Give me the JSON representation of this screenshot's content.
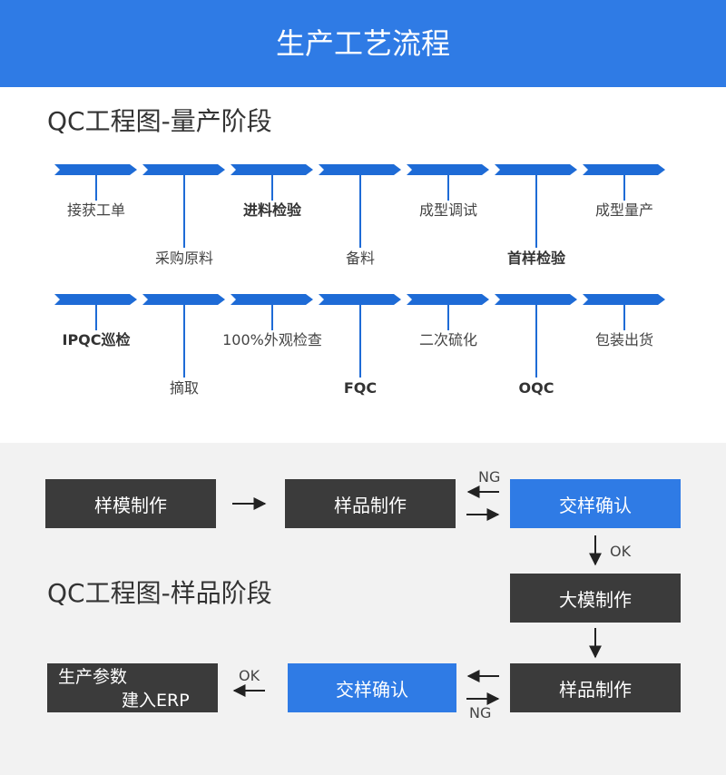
{
  "header": {
    "title": "生产工艺流程"
  },
  "mass_section": {
    "title": "QC工程图-量产阶段",
    "row1_labels": [
      "接获工单",
      "采购原料",
      "进料检验",
      "备料",
      "成型调试",
      "首样检验",
      "成型量产"
    ],
    "row2_labels": [
      "IPQC巡检",
      "摘取",
      "100%外观检查",
      "FQC",
      "二次硫化",
      "OQC",
      "包装出货"
    ]
  },
  "sample_section": {
    "title": "QC工程图-样品阶段",
    "boxes": {
      "mold_making": "样模制作",
      "sample_making_1": "样品制作",
      "confirm_1": "交样确认",
      "large_mold": "大模制作",
      "sample_making_2": "样品制作",
      "confirm_2": "交样确认",
      "params_line1": "生产参数",
      "params_line2": "建入ERP"
    },
    "arrow_labels": {
      "ng_top": "NG",
      "ok_down": "OK",
      "ng_bottom": "NG",
      "ok_left": "OK"
    }
  },
  "colors": {
    "accent": "#2f7be5",
    "dark_box": "#3b3b3b",
    "bg_gray": "#f2f2f2"
  }
}
